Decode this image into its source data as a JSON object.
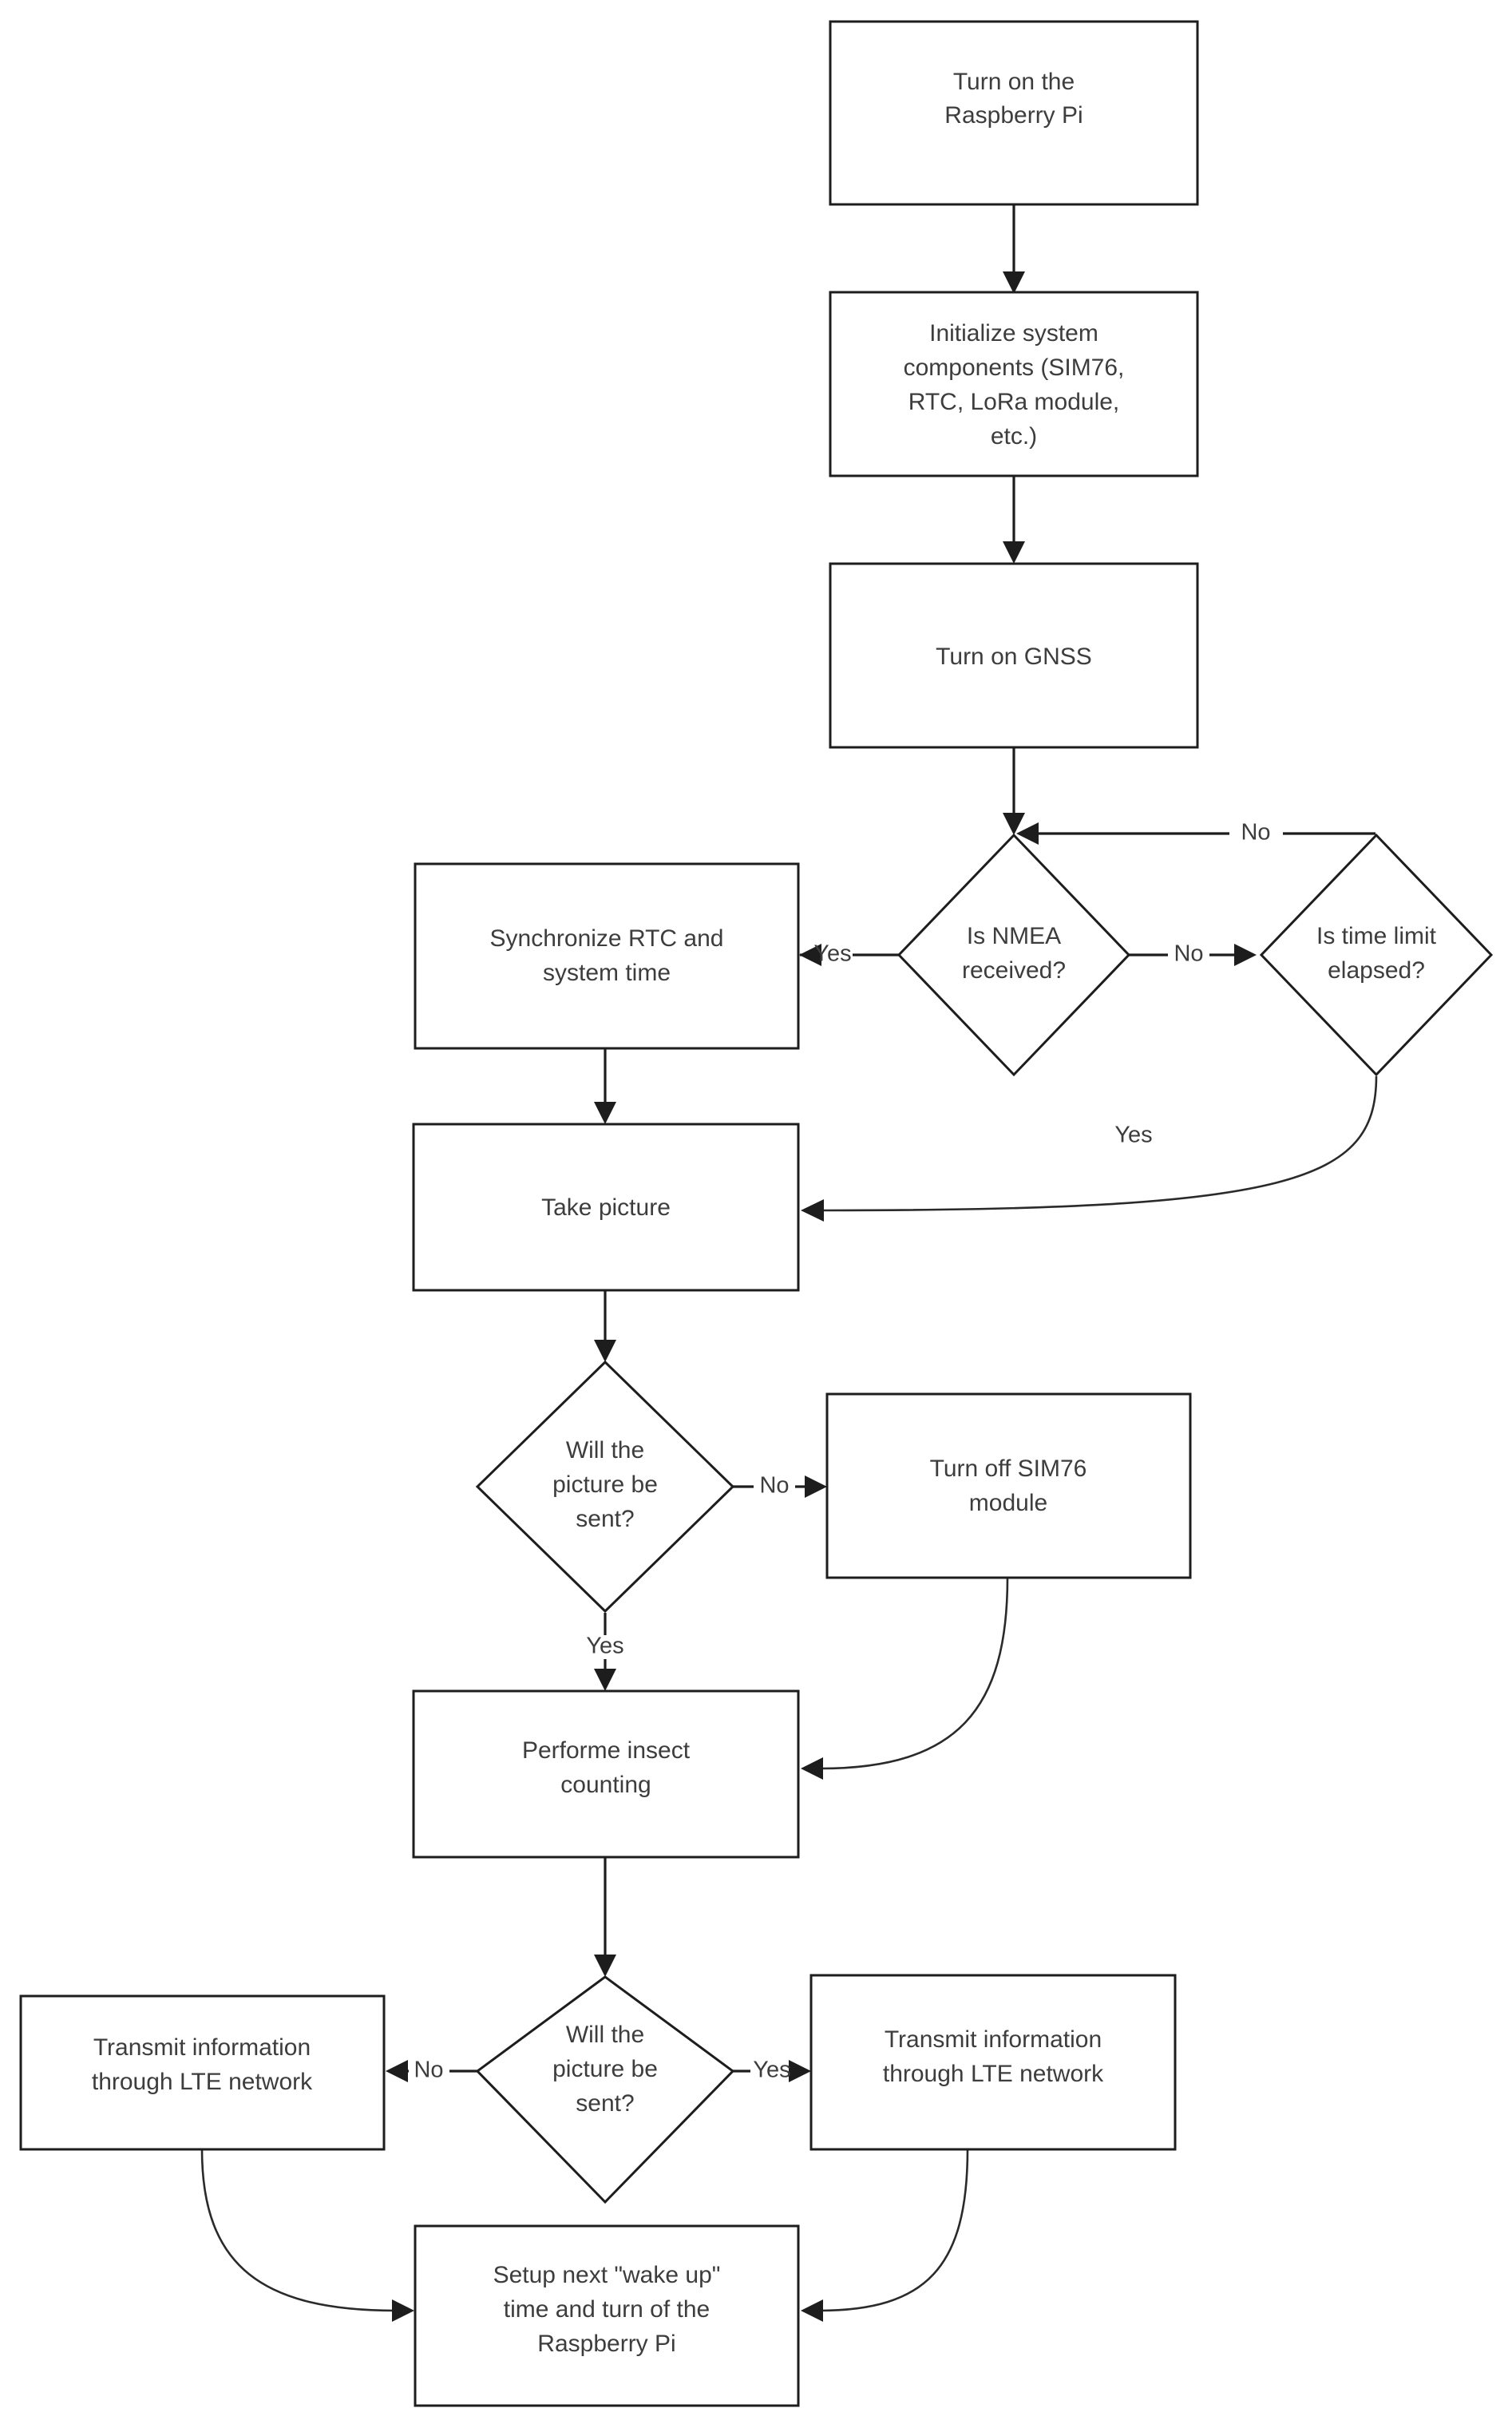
{
  "diagram": {
    "title": "Raspberry Pi insect monitoring system operation flowchart",
    "background_color": "#ffffff",
    "line_color": "#1d1d1d",
    "text_color": "#3d3d3d",
    "nodes": [
      {
        "id": "turn-on-pi",
        "type": "process",
        "lines": [
          "Turn on the",
          "Raspberry Pi"
        ]
      },
      {
        "id": "initialize-components",
        "type": "process",
        "lines": [
          "Initialize system",
          "components (SIM76,",
          "RTC, LoRa module,",
          "etc.)"
        ]
      },
      {
        "id": "turn-on-gnss",
        "type": "process",
        "lines": [
          "Turn on GNSS"
        ]
      },
      {
        "id": "is-nmea-received",
        "type": "decision",
        "lines": [
          "Is NMEA",
          "received?"
        ]
      },
      {
        "id": "is-time-limit-elapsed",
        "type": "decision",
        "lines": [
          "Is time limit",
          "elapsed?"
        ]
      },
      {
        "id": "synchronize-rtc",
        "type": "process",
        "lines": [
          "Synchronize RTC and",
          "system time"
        ]
      },
      {
        "id": "take-picture",
        "type": "process",
        "lines": [
          "Take picture"
        ]
      },
      {
        "id": "will-picture-be-sent-1",
        "type": "decision",
        "lines": [
          "Will the",
          "picture be",
          "sent?"
        ]
      },
      {
        "id": "turn-off-sim76",
        "type": "process",
        "lines": [
          "Turn off SIM76",
          "module"
        ]
      },
      {
        "id": "performe-insect-counting",
        "type": "process",
        "lines": [
          "Performe insect",
          "counting"
        ]
      },
      {
        "id": "will-picture-be-sent-2",
        "type": "decision",
        "lines": [
          "Will the",
          "picture be",
          "sent?"
        ]
      },
      {
        "id": "transmit-lte-left",
        "type": "process",
        "lines": [
          "Transmit information",
          "through LTE network"
        ]
      },
      {
        "id": "transmit-lte-right",
        "type": "process",
        "lines": [
          "Transmit information",
          "through LTE network"
        ]
      },
      {
        "id": "setup-wake-up",
        "type": "process",
        "lines": [
          "Setup next \"wake up\"",
          "time and turn of the",
          "Raspberry Pi"
        ]
      }
    ],
    "edge_labels": {
      "nmea_yes": "Yes",
      "nmea_no": "No",
      "timelimit_no": "No",
      "timelimit_yes": "Yes",
      "picture1_no": "No",
      "picture1_yes": "Yes",
      "picture2_no": "No",
      "picture2_yes": "Yes"
    },
    "edges": [
      {
        "from": "turn-on-pi",
        "to": "initialize-components",
        "label": ""
      },
      {
        "from": "initialize-components",
        "to": "turn-on-gnss",
        "label": ""
      },
      {
        "from": "turn-on-gnss",
        "to": "is-nmea-received",
        "label": ""
      },
      {
        "from": "is-nmea-received",
        "to": "synchronize-rtc",
        "label": "Yes"
      },
      {
        "from": "is-nmea-received",
        "to": "is-time-limit-elapsed",
        "label": "No"
      },
      {
        "from": "is-time-limit-elapsed",
        "to": "is-nmea-received",
        "label": "No"
      },
      {
        "from": "is-time-limit-elapsed",
        "to": "take-picture",
        "label": "Yes"
      },
      {
        "from": "synchronize-rtc",
        "to": "take-picture",
        "label": ""
      },
      {
        "from": "take-picture",
        "to": "will-picture-be-sent-1",
        "label": ""
      },
      {
        "from": "will-picture-be-sent-1",
        "to": "turn-off-sim76",
        "label": "No"
      },
      {
        "from": "will-picture-be-sent-1",
        "to": "performe-insect-counting",
        "label": "Yes"
      },
      {
        "from": "turn-off-sim76",
        "to": "performe-insect-counting",
        "label": ""
      },
      {
        "from": "performe-insect-counting",
        "to": "will-picture-be-sent-2",
        "label": ""
      },
      {
        "from": "will-picture-be-sent-2",
        "to": "transmit-lte-left",
        "label": "No"
      },
      {
        "from": "will-picture-be-sent-2",
        "to": "transmit-lte-right",
        "label": "Yes"
      },
      {
        "from": "transmit-lte-left",
        "to": "setup-wake-up",
        "label": ""
      },
      {
        "from": "transmit-lte-right",
        "to": "setup-wake-up",
        "label": ""
      }
    ]
  }
}
